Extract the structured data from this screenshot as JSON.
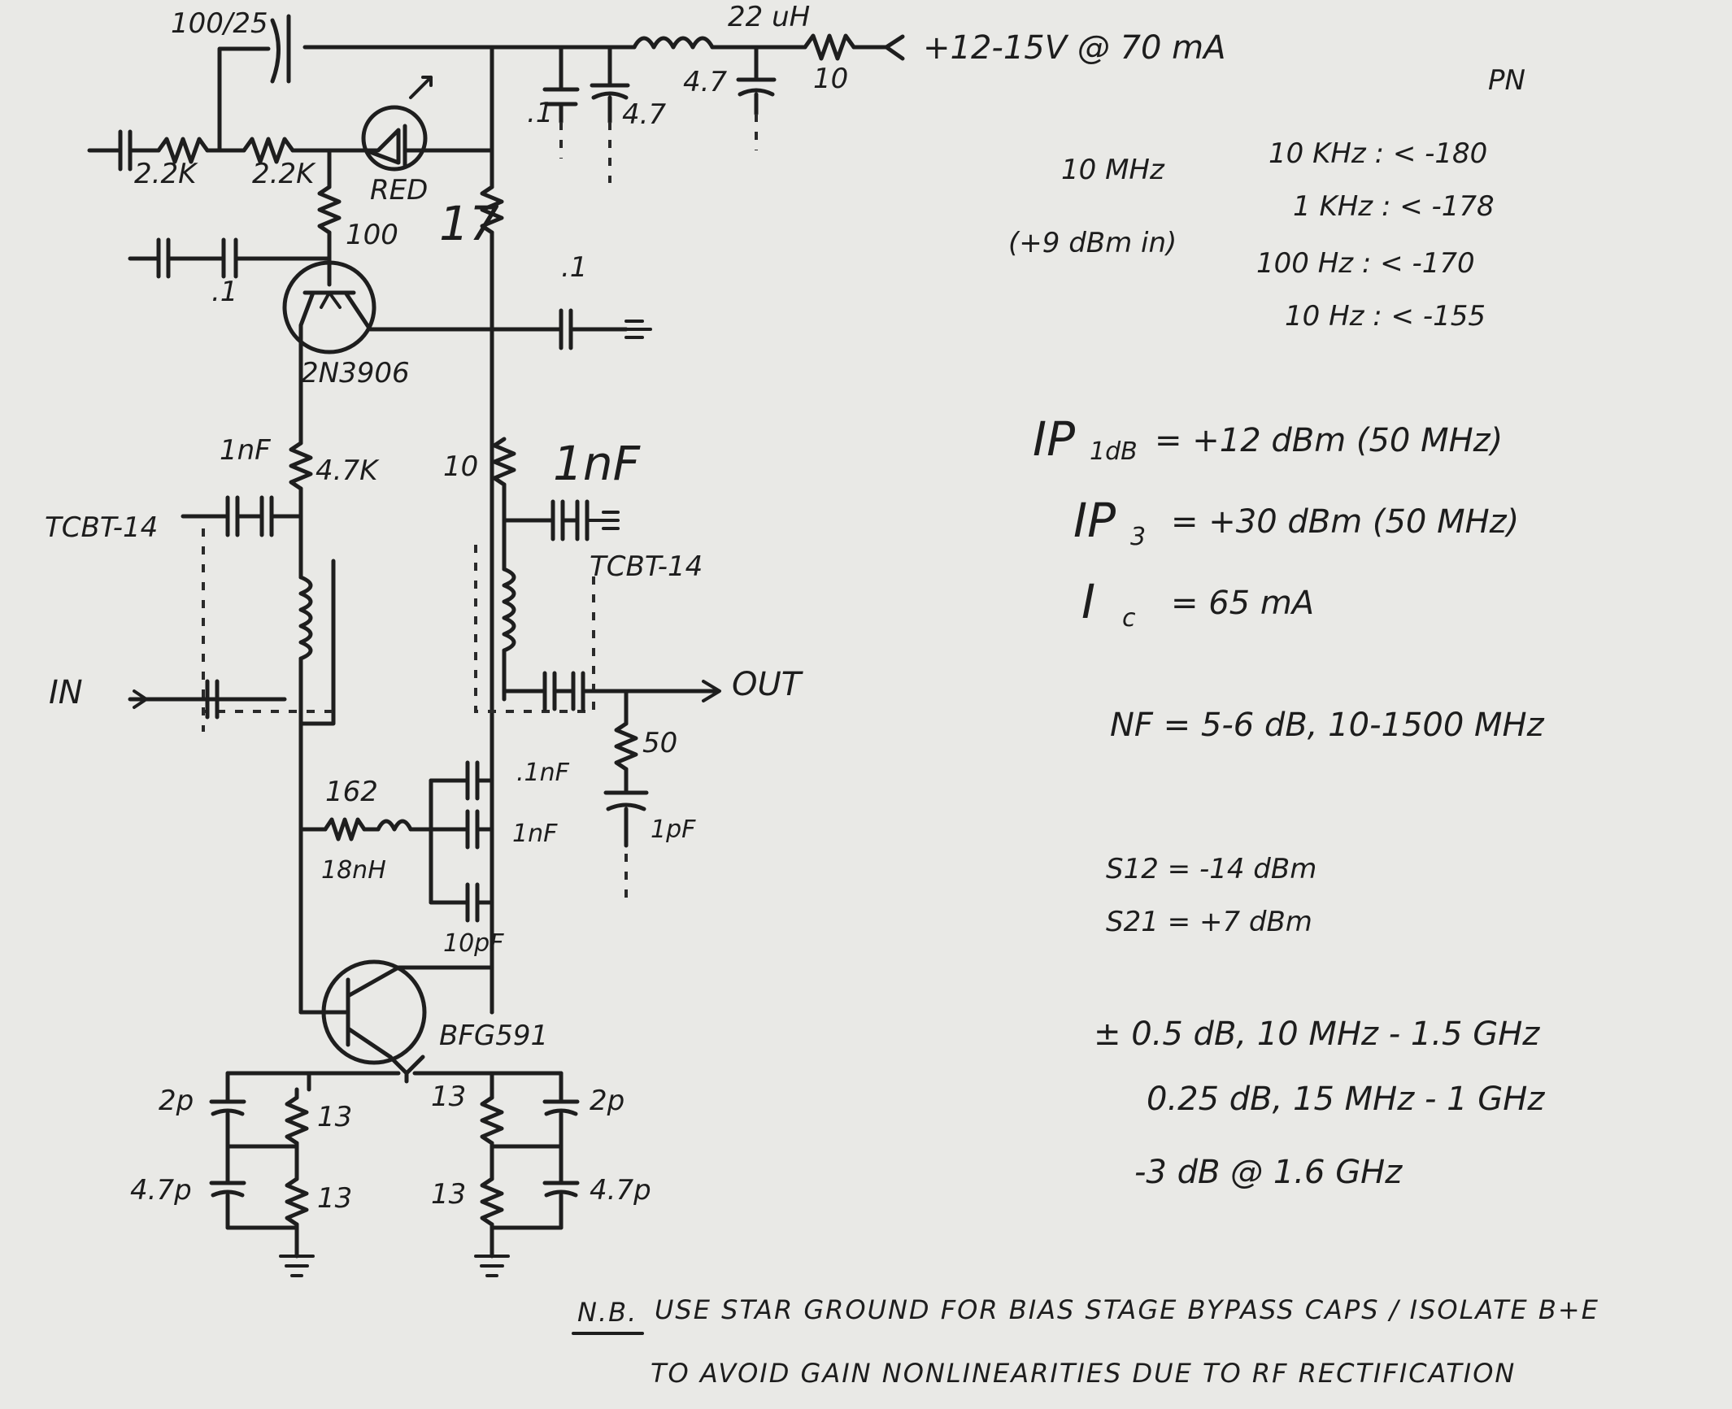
{
  "labels": {
    "c_top": "100/25",
    "l_top": "22 uH",
    "r_feed": "10",
    "supply": "+12-15V @ 70 mA",
    "c_point1": ".1",
    "c_4_7_a": "4.7",
    "c_4_7_b": "4.7",
    "gnd_cap1": ".1",
    "r_2_2k_a": "2.2K",
    "r_2_2k_b": "2.2K",
    "led": "RED",
    "r_100": "100",
    "r_17": "17",
    "c_point1_base": ".1",
    "c_point1_col": ".1",
    "q1": "2N3906",
    "c_1nf_left": "1nF",
    "r_4_7k": "4.7K",
    "tcbt_left": "TCBT-14",
    "r_10_mid": "10",
    "c_1nf_right": "1nF",
    "tcbt_right": "TCBT-14",
    "in": "IN",
    "out": "OUT",
    "r_50": "50",
    "c_1pf": "1pF",
    "r_162": "162",
    "l_18nh": "18nH",
    "c_point1nf": ".1nF",
    "c_1nf_par": "1nF",
    "c_10pf": "10pF",
    "q2": "BFG591",
    "c_2p_left": "2p",
    "c_4_7p_left": "4.7p",
    "r_13_a": "13",
    "r_13_b": "13",
    "r_13_c": "13",
    "r_13_d": "13",
    "c_2p_right": "2p",
    "c_4_7p_right": "4.7p"
  },
  "notes": {
    "pn_title": "PN",
    "freq": "10 MHz",
    "power": "(+9 dBm in)",
    "pn_rows": [
      "10 KHz : < -180",
      "1 KHz : < -178",
      "100 Hz : < -170",
      "10 Hz : < -155"
    ],
    "ip1db_label": "IP",
    "ip1db_sub": "1dB",
    "ip1db_value": "= +12 dBm (50 MHz)",
    "ip3_label": "IP",
    "ip3_sub": "3",
    "ip3_value": "= +30 dBm (50 MHz)",
    "ic_label": "I",
    "ic_sub": "c",
    "ic_value": "= 65 mA",
    "nf": "NF = 5-6 dB, 10-1500 MHz",
    "s12": "S12 = -14 dBm",
    "s21": "S21 = +7 dBm",
    "flat1": "± 0.5 dB, 10 MHz - 1.5 GHz",
    "flat2": "0.25 dB, 15 MHz - 1 GHz",
    "flat3": "-3 dB @ 1.6 GHz",
    "nb_prefix": "N.B.",
    "nb_line1": "USE STAR GROUND FOR BIAS STAGE BYPASS CAPS / ISOLATE B+E",
    "nb_line2": "TO AVOID GAIN NONLINEARITIES DUE TO RF RECTIFICATION"
  }
}
